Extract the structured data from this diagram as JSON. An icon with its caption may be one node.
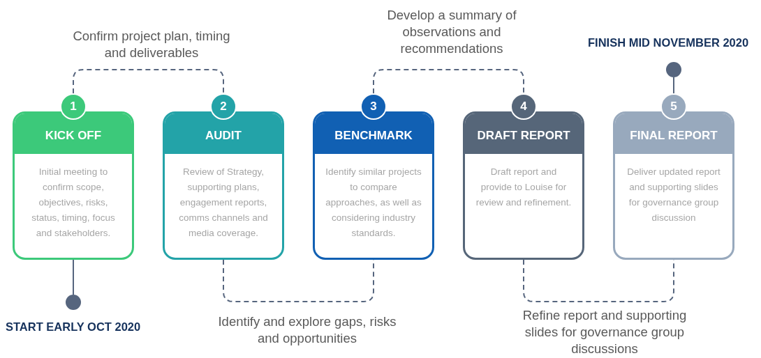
{
  "diagram": {
    "nodes": [
      {
        "text": [
          "1"
        ]
      },
      {
        "text": [
          "KICK OFF",
          "Initial meeting to confirm scope, objectives, risks, status, timing, focus and stakeholders."
        ]
      },
      {
        "text": [
          "2"
        ]
      },
      {
        "text": [
          "AUDIT",
          "Review of Strategy, supporting plans, engagement reports, comms channels and media coverage."
        ]
      },
      {
        "text": [
          "3"
        ]
      },
      {
        "text": [
          "BENCHMARK",
          "Identify similar projects to compare approaches, as well as considering industry standards."
        ]
      },
      {
        "text": [
          "4"
        ]
      },
      {
        "text": [
          "DRAFT REPORT",
          "Draft report and provide to Louise for review and refinement."
        ]
      },
      {
        "text": [
          "5"
        ]
      },
      {
        "text": [
          "FINAL REPORT",
          "Deliver updated report and supporting slides for governance group discussion"
        ]
      },
      {
        "text": [],
        "shape": "circle",
        "beside": [
          "START EARLY OCT 2020"
        ]
      },
      {
        "text": [],
        "shape": "circle",
        "beside": [
          "FINISH MID NOVEMBER 2020"
        ]
      }
    ],
    "edges": [
      {
        "from": 0,
        "to": 2,
        "arrow": "none",
        "style": "dashed",
        "label": "Confirm project plan, timing and deliverables"
      },
      {
        "from": 3,
        "to": 5,
        "arrow": "none",
        "style": "dashed",
        "label": "Identify and explore gaps, risks and opportunities"
      },
      {
        "from": 4,
        "to": 6,
        "arrow": "none",
        "style": "dashed",
        "label": "Develop a summary of observations and recommendations"
      },
      {
        "from": 7,
        "to": 9,
        "arrow": "none",
        "style": "dashed",
        "label": "Refine report and supporting slides for governance group discussions"
      },
      {
        "from": 1,
        "to": 10,
        "arrow": "none"
      },
      {
        "from": 11,
        "to": 8,
        "arrow": "none"
      }
    ]
  }
}
